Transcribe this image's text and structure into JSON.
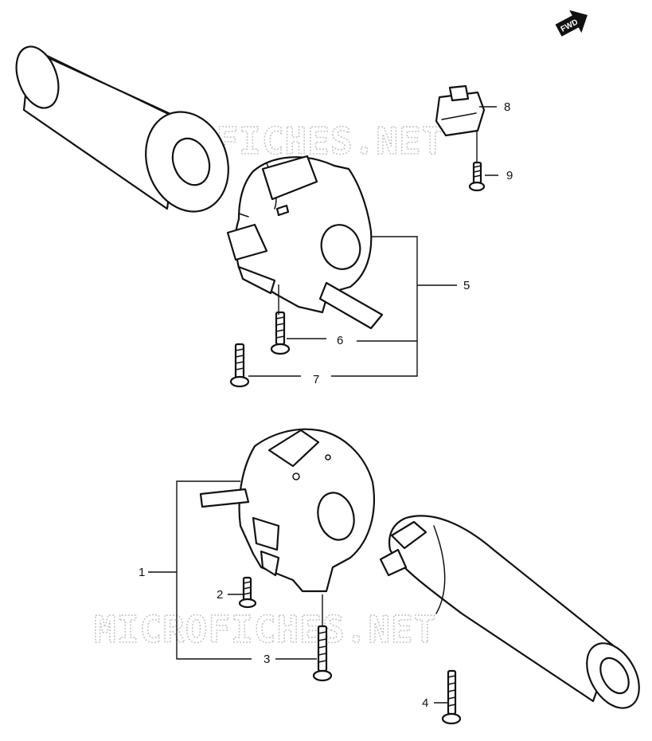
{
  "watermark": {
    "text": "MICROFICHES.NET"
  },
  "direction_badge": {
    "label": "FWD"
  },
  "callouts": {
    "c1": "1",
    "c2": "2",
    "c3": "3",
    "c4": "4",
    "c5": "5",
    "c6": "6",
    "c7": "7",
    "c8": "8",
    "c9": "9"
  },
  "colors": {
    "line": "#111111",
    "watermark": "#c4c4c4",
    "background": "#ffffff"
  }
}
